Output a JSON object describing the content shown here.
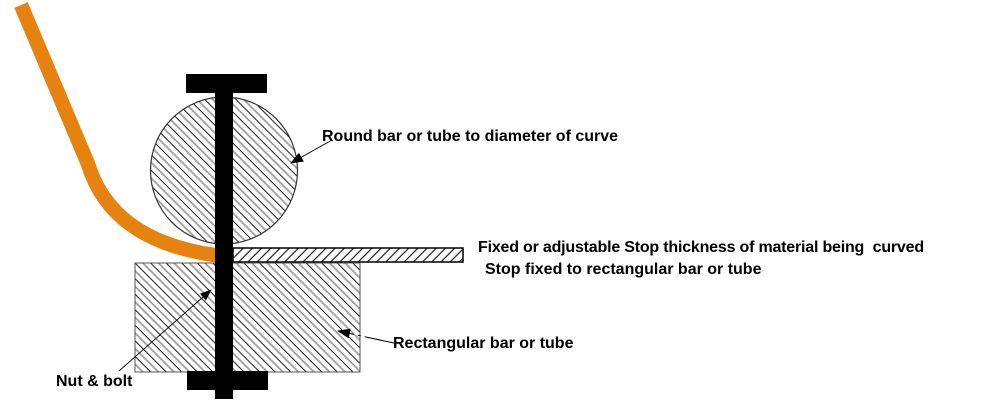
{
  "diagram": {
    "type": "technical-illustration",
    "subject": "metal bending jig cross-section",
    "labels": {
      "round_bar": "Round bar or tube to diameter of curve",
      "stop_line1": "Fixed or adjustable Stop thickness of material being  curved",
      "stop_line2": "Stop fixed to rectangular bar or tube",
      "rect_bar": "Rectangular bar or tube",
      "nut_bolt": "Nut & bolt"
    },
    "colors": {
      "material_curve": "#E6820F",
      "metal_solid": "#000000",
      "hatch_dark": "#1a1a1a",
      "hatch_gray": "#999999",
      "outline": "#333333",
      "background": "#FFFFFF"
    }
  }
}
